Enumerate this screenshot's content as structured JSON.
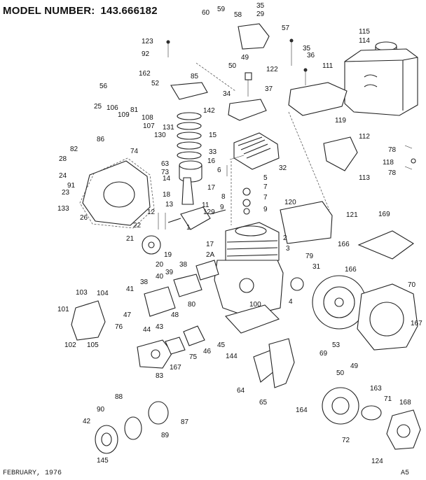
{
  "header": {
    "label": "MODEL NUMBER:",
    "model": "143.666182"
  },
  "footer": {
    "date": "FEBRUARY, 1976",
    "page": "A5"
  },
  "callouts": [
    "60",
    "59",
    "58",
    "35",
    "29",
    "57",
    "123",
    "92",
    "49",
    "35",
    "36",
    "115",
    "114",
    "50",
    "162",
    "85",
    "122",
    "111",
    "52",
    "56",
    "37",
    "34",
    "142",
    "25",
    "106",
    "81",
    "109",
    "108",
    "107",
    "131",
    "130",
    "15",
    "119",
    "112",
    "86",
    "74",
    "33",
    "32",
    "78",
    "118",
    "78",
    "82",
    "28",
    "63",
    "73",
    "16",
    "6",
    "5",
    "113",
    "24",
    "91",
    "14",
    "7",
    "23",
    "18",
    "17",
    "8",
    "7",
    "133",
    "11",
    "13",
    "9",
    "9",
    "120",
    "121",
    "169",
    "26",
    "12",
    "129",
    "22",
    "1",
    "2",
    "21",
    "17",
    "19",
    "2A",
    "166",
    "79",
    "20",
    "3",
    "38",
    "31",
    "166",
    "39",
    "70",
    "40",
    "38",
    "41",
    "104",
    "103",
    "4",
    "100",
    "80",
    "47",
    "167",
    "101",
    "48",
    "43",
    "44",
    "45",
    "102",
    "105",
    "76",
    "46",
    "75",
    "144",
    "53",
    "69",
    "49",
    "167",
    "50",
    "83",
    "64",
    "65",
    "163",
    "164",
    "71",
    "168",
    "88",
    "90",
    "87",
    "42",
    "89",
    "72",
    "145",
    "124"
  ]
}
